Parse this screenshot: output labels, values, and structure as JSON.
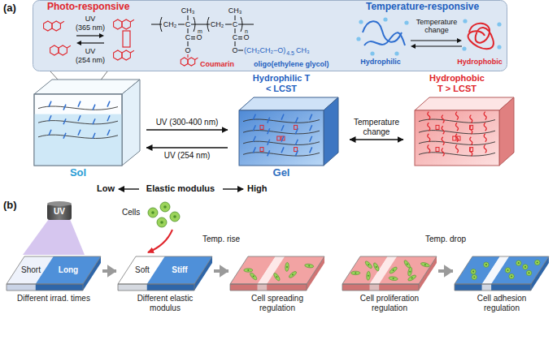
{
  "diagram": {
    "nodes": [
      {
        "text": [
          "Photo-responsive",
          "Temperature-responsive"
        ]
      },
      {
        "text": [
          "Sol"
        ]
      },
      {
        "text": [
          "Hydrophilic T < LCST",
          "Gel"
        ]
      },
      {
        "text": [
          "Hydrophobic T > LCST"
        ]
      },
      {
        "text": [
          "Different irrad. times"
        ]
      },
      {
        "text": [
          "Different elastic modulus"
        ]
      },
      {
        "text": [
          "Cell spreading regulation"
        ]
      },
      {
        "text": [
          "Cell proliferation regulation"
        ]
      },
      {
        "text": [
          "Cell adhesion regulation"
        ]
      }
    ],
    "edges": [
      {
        "from": 1,
        "to": 2,
        "arrow": "to",
        "label": "UV (300-400 nm)"
      },
      {
        "from": 2,
        "to": 1,
        "arrow": "to",
        "label": "UV (254 nm)"
      },
      {
        "from": 2,
        "to": 3,
        "arrow": "both",
        "label": "Temperature change"
      },
      {
        "from": 4,
        "to": 5,
        "arrow": "to"
      },
      {
        "from": 5,
        "to": 6,
        "arrow": "to",
        "label": "Temp. rise"
      },
      {
        "from": 7,
        "to": 8,
        "arrow": "to",
        "label": "Temp. drop"
      }
    ],
    "labels": [
      "(a)",
      "UV",
      "(365 nm)",
      "UV",
      "(254 nm)",
      "CH₃",
      "CH₃",
      "CH₂",
      "C",
      "m",
      "CH₂",
      "C",
      "n",
      "C",
      "O",
      "O",
      "C",
      "O",
      "O",
      "(CH₂CH₂−O)",
      "4.5",
      "CH₃",
      "Coumarin",
      "oligo(ethylene glycol)",
      "Hydrophilic",
      "Temperature change",
      "Hydrophobic",
      "Low",
      "Elastic modulus",
      "High",
      "(b)",
      "UV",
      "Short",
      "Long",
      "Cells",
      "Soft",
      "Stiff"
    ]
  }
}
